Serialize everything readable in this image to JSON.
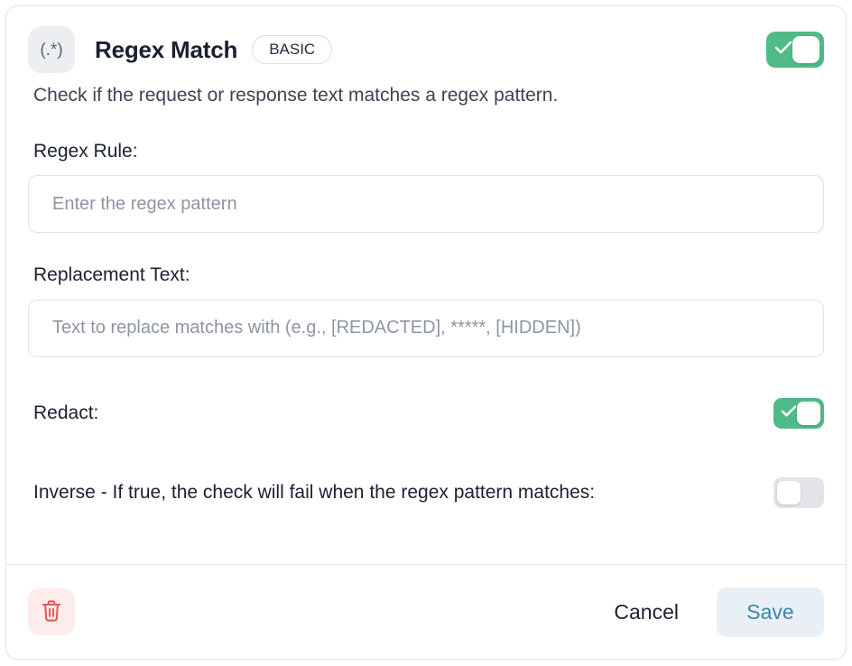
{
  "card": {
    "header": {
      "icon_glyph": "(.*)",
      "icon_name": "regex-icon",
      "title": "Regex Match",
      "badge": "BASIC",
      "enabled_toggle": {
        "state": "on",
        "color": "#4fbb87"
      }
    },
    "description": "Check if the request or response text matches a regex pattern.",
    "fields": [
      {
        "label": "Regex Rule:",
        "placeholder": "Enter the regex pattern",
        "value": ""
      },
      {
        "label": "Replacement Text:",
        "placeholder": "Text to replace matches with (e.g., [REDACTED], *****, [HIDDEN])",
        "value": ""
      }
    ],
    "switches": [
      {
        "label": "Redact:",
        "state": "on",
        "color": "#4fbb87"
      },
      {
        "label": "Inverse - If true, the check will fail when the regex pattern matches:",
        "state": "off",
        "color": "#e2e4e9"
      }
    ],
    "footer": {
      "delete_icon": "trash-icon",
      "delete_color": "#e15b5b",
      "cancel_label": "Cancel",
      "save_label": "Save",
      "save_color": "#3d86ab"
    }
  }
}
